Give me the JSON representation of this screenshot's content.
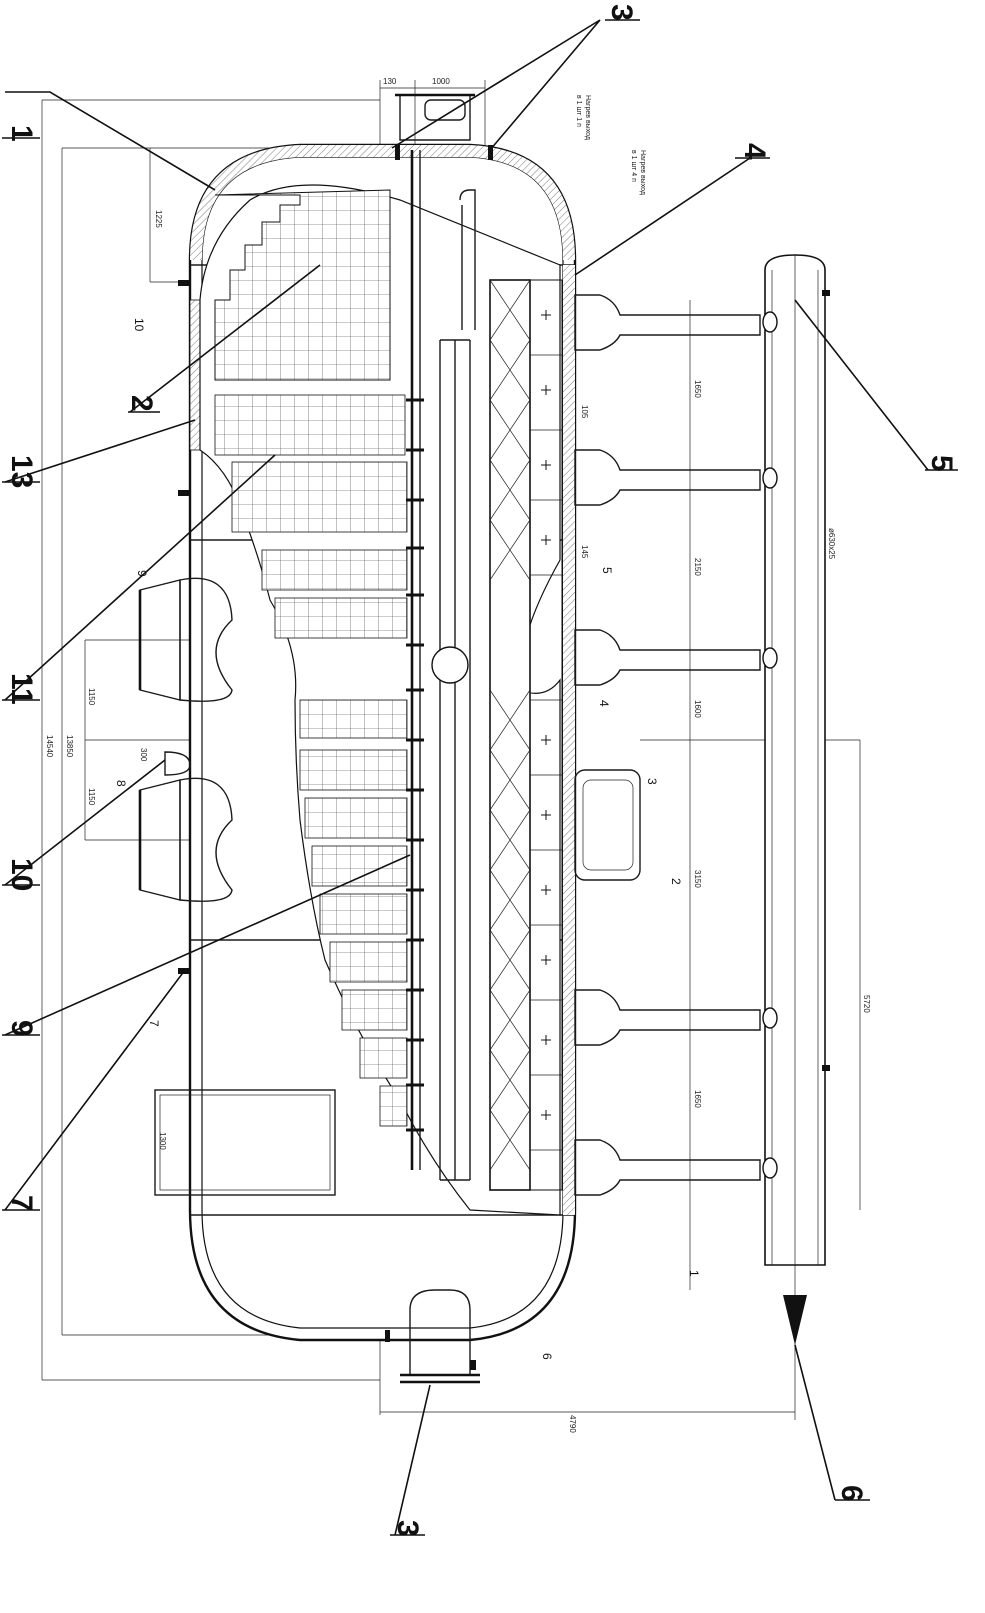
{
  "callouts": [
    {
      "id": "c1",
      "label": "1"
    },
    {
      "id": "c2",
      "label": "2"
    },
    {
      "id": "c3a",
      "label": "3"
    },
    {
      "id": "c3b",
      "label": "3"
    },
    {
      "id": "c4",
      "label": "4"
    },
    {
      "id": "c5",
      "label": "5"
    },
    {
      "id": "c6",
      "label": "6"
    },
    {
      "id": "c7",
      "label": "7"
    },
    {
      "id": "c9",
      "label": "9"
    },
    {
      "id": "c10",
      "label": "10"
    },
    {
      "id": "c11",
      "label": "11"
    },
    {
      "id": "c13",
      "label": "13"
    }
  ],
  "small_labels": {
    "n10": "10",
    "n9": "9",
    "n8": "8",
    "n7": "7",
    "n5": "5",
    "n4": "4",
    "n3": "3",
    "n2": "2",
    "n1": "1",
    "n6": "6"
  },
  "dimensions": {
    "d130": "130",
    "d1000": "1000",
    "d1225": "1225",
    "d1650a": "1650",
    "d105": "105",
    "d145": "145",
    "d2150": "2150",
    "d1600": "1600",
    "d3150": "3150",
    "d1650b": "1650",
    "d5720": "5720",
    "d4790": "4790",
    "d1150a": "1150",
    "d1150b": "1150",
    "d300": "300",
    "d13850": "13850",
    "d14540": "14540",
    "d1300": "1300",
    "d630": "ø630x25"
  },
  "notes": {
    "note1a": "Нагрев выход",
    "note1b": "в 1 шт 1 п",
    "note2a": "Нагрев выход",
    "note2b": "в 1 шт 4 п"
  },
  "colors": {
    "ink": "#111111",
    "paper": "#ffffff"
  }
}
